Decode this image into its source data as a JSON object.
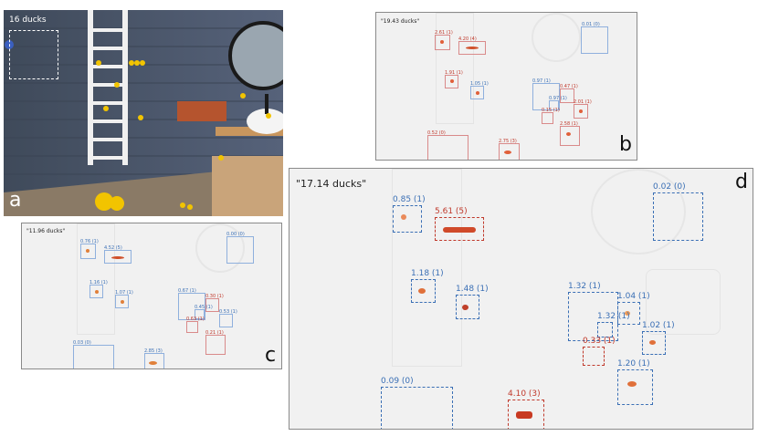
{
  "panel_a": {
    "letter": "a",
    "count_label": "16 ducks"
  },
  "panel_b": {
    "letter": "b",
    "title": "\"19.43 ducks\"",
    "boxes": [
      {
        "label": "0.01 (0)",
        "color": "blue"
      },
      {
        "label": "2.61 (1)",
        "color": "red"
      },
      {
        "label": "4.20 (4)",
        "color": "red"
      },
      {
        "label": "1.91 (1)",
        "color": "red"
      },
      {
        "label": "1.05 (1)",
        "color": "blue"
      },
      {
        "label": "0.97 (1)",
        "color": "blue"
      },
      {
        "label": "0.47 (1)",
        "color": "red"
      },
      {
        "label": "0.97 (1)",
        "color": "blue"
      },
      {
        "label": "2.01 (1)",
        "color": "red"
      },
      {
        "label": "0.15 (1)",
        "color": "red"
      },
      {
        "label": "2.58 (1)",
        "color": "red"
      },
      {
        "label": "0.52 (0)",
        "color": "red"
      },
      {
        "label": "2.75 (3)",
        "color": "red"
      }
    ]
  },
  "panel_c": {
    "letter": "c",
    "title": "\"11.96 ducks\"",
    "boxes": [
      {
        "label": "0.76 (1)",
        "color": "blue"
      },
      {
        "label": "4.52 (5)",
        "color": "blue"
      },
      {
        "label": "0.00 (0)",
        "color": "blue"
      },
      {
        "label": "1.16 (1)",
        "color": "blue"
      },
      {
        "label": "1.07 (1)",
        "color": "blue"
      },
      {
        "label": "0.67 (1)",
        "color": "blue"
      },
      {
        "label": "0.30 (1)",
        "color": "red"
      },
      {
        "label": "0.45 (1)",
        "color": "blue"
      },
      {
        "label": "0.53 (1)",
        "color": "blue"
      },
      {
        "label": "0.63 (1)",
        "color": "red"
      },
      {
        "label": "0.21 (1)",
        "color": "red"
      },
      {
        "label": "0.03 (0)",
        "color": "blue"
      },
      {
        "label": "2.85 (3)",
        "color": "blue"
      }
    ]
  },
  "panel_d": {
    "letter": "d",
    "title": "\"17.14 ducks\"",
    "boxes": [
      {
        "label": "0.85 (1)",
        "color": "blue"
      },
      {
        "label": "5.61 (5)",
        "color": "red"
      },
      {
        "label": "0.02 (0)",
        "color": "blue"
      },
      {
        "label": "1.18 (1)",
        "color": "blue"
      },
      {
        "label": "1.48 (1)",
        "color": "blue"
      },
      {
        "label": "1.32 (1)",
        "color": "blue"
      },
      {
        "label": "1.04 (1)",
        "color": "blue"
      },
      {
        "label": "1.32 (1)",
        "color": "blue"
      },
      {
        "label": "1.02 (1)",
        "color": "blue"
      },
      {
        "label": "0.33 (1)",
        "color": "red"
      },
      {
        "label": "1.20 (1)",
        "color": "blue"
      },
      {
        "label": "0.09 (0)",
        "color": "blue"
      },
      {
        "label": "4.10 (3)",
        "color": "red"
      }
    ]
  }
}
